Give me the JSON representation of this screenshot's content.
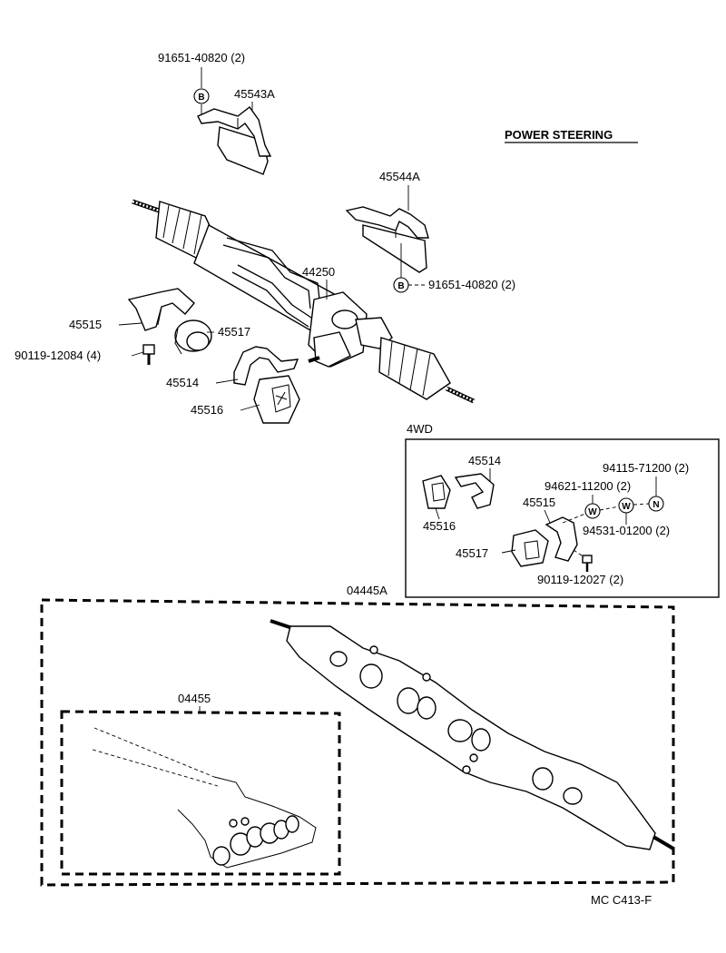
{
  "title": "POWER STEERING",
  "section_4wd": "4WD",
  "drawing_code": "MC  C413-F",
  "symbols": {
    "b": "B",
    "w": "W",
    "n": "N"
  },
  "parts": {
    "p91651_top": "91651-40820 (2)",
    "p45543A": "45543A",
    "p45544A": "45544A",
    "p91651_right": "91651-40820 (2)",
    "p44250": "44250",
    "p45515": "45515",
    "p45517": "45517",
    "p90119_12084": "90119-12084 (4)",
    "p45514": "45514",
    "p45516": "45516",
    "w45514": "45514",
    "w45516": "45516",
    "w45515": "45515",
    "w45517": "45517",
    "w94115": "94115-71200 (2)",
    "w94621": "94621-11200 (2)",
    "w94531": "94531-01200 (2)",
    "w90119": "90119-12027 (2)",
    "kit04445A": "04445A",
    "kit04455": "04455"
  }
}
